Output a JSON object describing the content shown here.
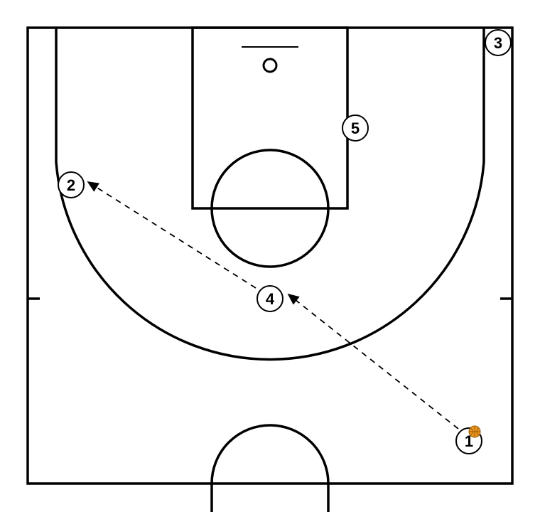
{
  "diagram": {
    "colors": {
      "court_lines": "#000000",
      "background": "#ffffff",
      "ball": "#e8961e",
      "ball_seams": "#9a5b0a"
    },
    "players": [
      {
        "id": "player-1",
        "label": "1",
        "has_ball": true
      },
      {
        "id": "player-2",
        "label": "2",
        "has_ball": false
      },
      {
        "id": "player-3",
        "label": "3",
        "has_ball": false
      },
      {
        "id": "player-4",
        "label": "4",
        "has_ball": false
      },
      {
        "id": "player-5",
        "label": "5",
        "has_ball": false
      }
    ],
    "passes": [
      {
        "from": "1",
        "to": "4",
        "style": "dashed"
      },
      {
        "from": "4",
        "to": "2",
        "style": "dashed"
      }
    ]
  }
}
